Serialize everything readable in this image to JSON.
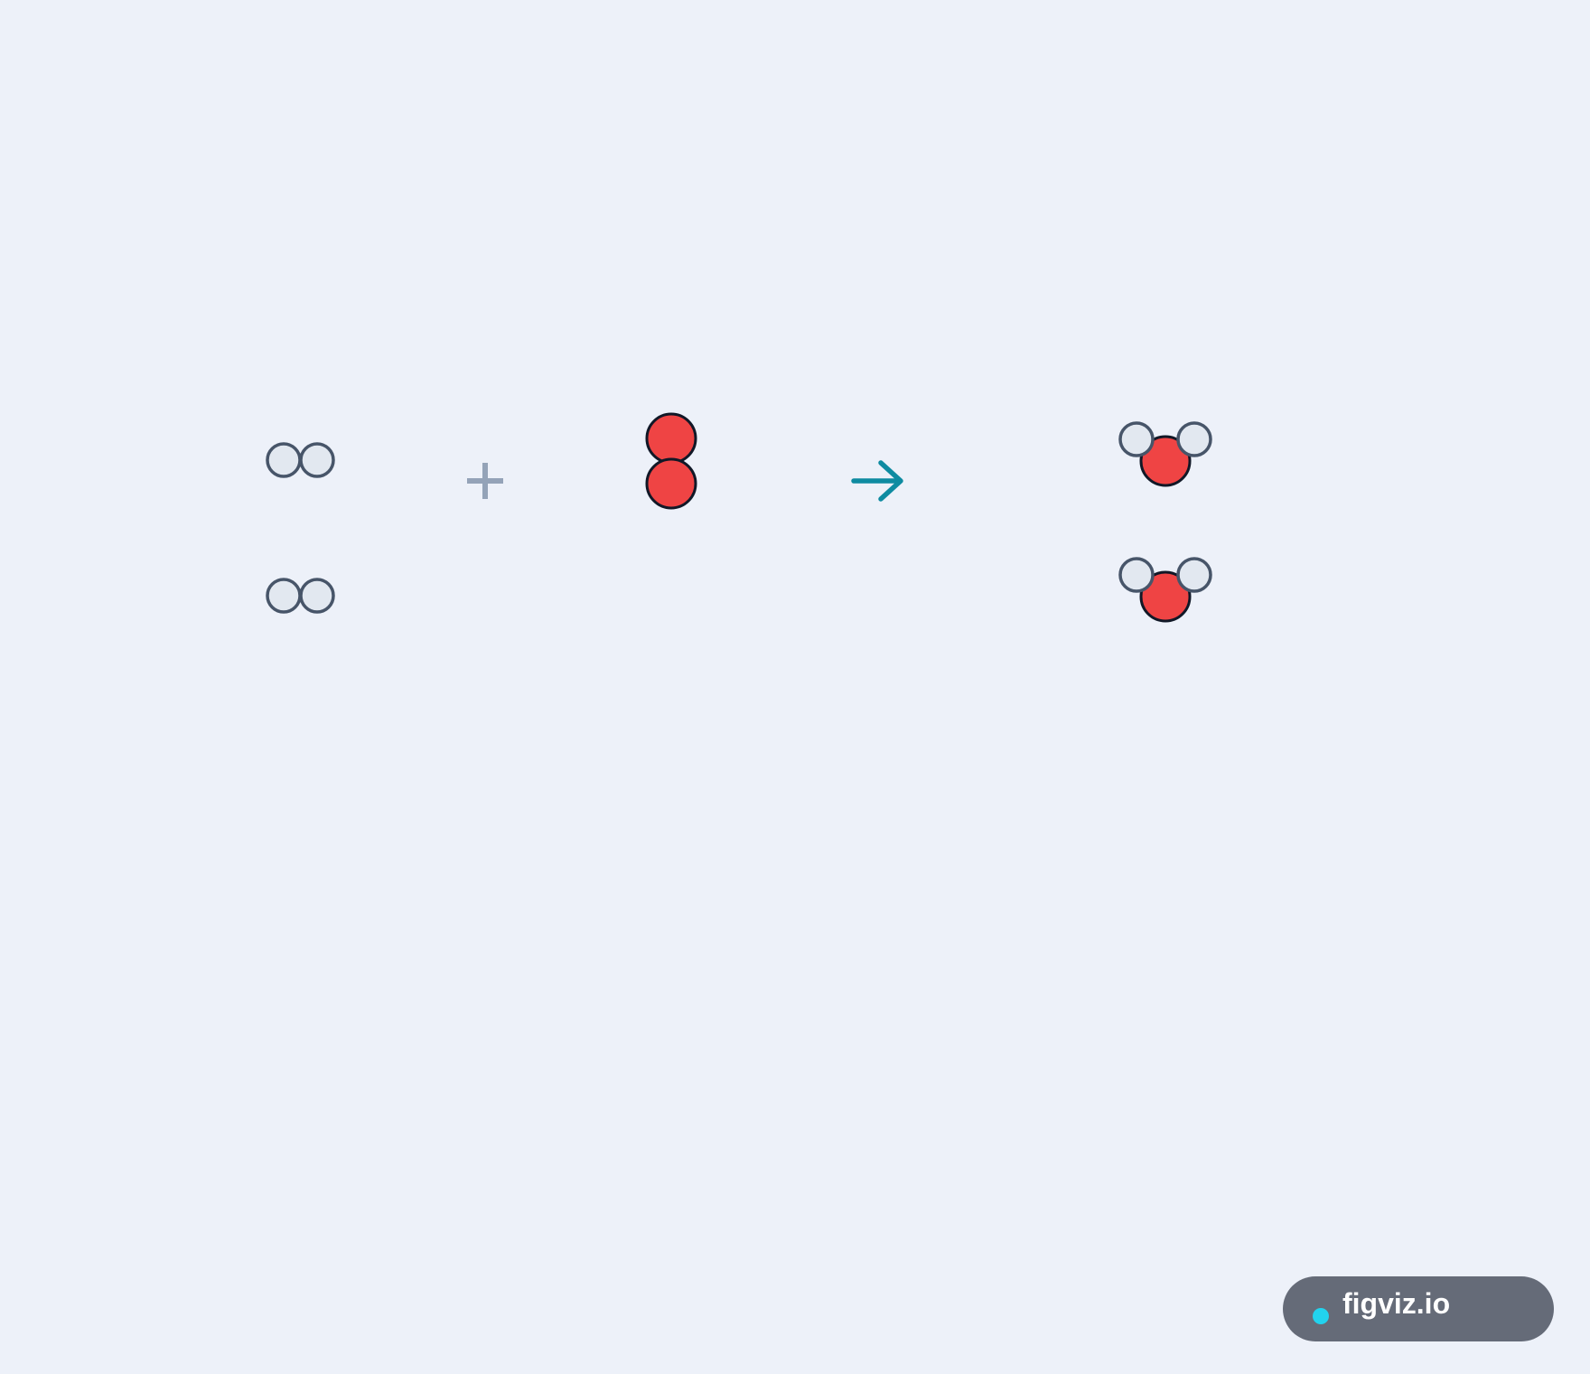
{
  "diagram": {
    "reactants": [
      {
        "molecule": "H2",
        "count": 2,
        "atoms": [
          "hydrogen",
          "hydrogen"
        ]
      },
      {
        "molecule": "O2",
        "count": 1,
        "atoms": [
          "oxygen",
          "oxygen"
        ]
      }
    ],
    "products": [
      {
        "molecule": "H2O",
        "count": 2,
        "atoms": [
          "hydrogen",
          "oxygen",
          "hydrogen"
        ]
      }
    ],
    "operator_icon": "plus-icon",
    "reaction_icon": "arrow-right-icon"
  },
  "colors": {
    "background": "#edf1f9",
    "hydrogen_fill": "#e2e8f0",
    "hydrogen_stroke": "#475569",
    "oxygen_fill": "#ef4444",
    "oxygen_stroke": "#111827",
    "plus": "#94a3b8",
    "arrow": "#0e8ba1",
    "badge_bg": "#656b78",
    "badge_dot": "#22d3ee"
  },
  "badge": {
    "text": "figviz.io",
    "icon": "dot-icon"
  }
}
